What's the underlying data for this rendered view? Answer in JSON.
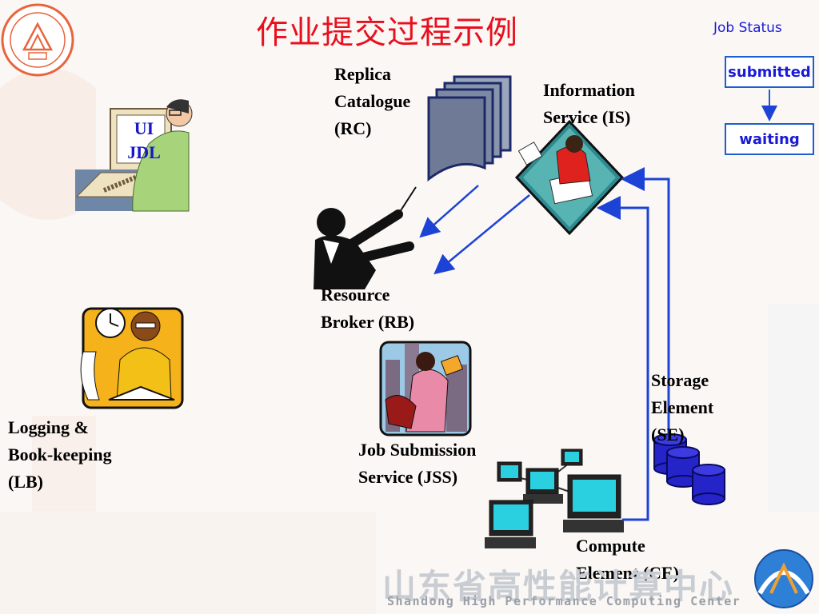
{
  "title": "作业提交过程示例",
  "job_status": {
    "label": "Job Status",
    "states": [
      "submitted",
      "waiting"
    ]
  },
  "labels": {
    "ui": "UI",
    "jdl": "JDL",
    "rc": [
      "Replica",
      "Catalogue",
      "(RC)"
    ],
    "is": [
      "Information",
      "Service (IS)"
    ],
    "rb": [
      "Resource",
      "Broker (RB)"
    ],
    "lb": [
      "Logging &",
      "Book-keeping",
      "(LB)"
    ],
    "jss": [
      "Job Submission",
      "Service (JSS)"
    ],
    "se": [
      "Storage",
      "Element",
      "(SE)"
    ],
    "ce": [
      "Compute",
      "Element (CE)"
    ]
  },
  "footer": {
    "chinese": "山东省高性能计算中心",
    "english": "Shandong High Performance Computing Center"
  },
  "colors": {
    "title": "#e8101e",
    "accent_blue": "#1a1ad6",
    "box_border": "#1c5fd1"
  }
}
